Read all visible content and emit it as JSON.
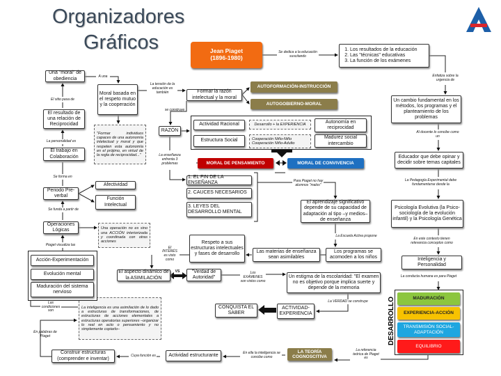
{
  "title": {
    "line1": "Organizadores",
    "line2": "Gráficos"
  },
  "logo": {
    "name": "institution-logo",
    "colors": [
      "#1d5fa8",
      "#d9262c"
    ]
  },
  "colors": {
    "orange": "#f26b12",
    "olive": "#8b7d4a",
    "red": "#c00000",
    "blue": "#1f70c1",
    "green": "#8cc63f",
    "yellow": "#f7c200",
    "cyan": "#1ea6e0",
    "bright_red": "#ff1a1a"
  },
  "piaget": {
    "name": "Jean Piaget",
    "years": "(1896-1980)"
  },
  "labels": {
    "dedica": "Se dedica a la educación suscitando",
    "enfatiza": "Enfatiza sobre la urgencia de",
    "docente": "Al docente lo concibe como un",
    "pedagogia": "La Pedagogía Experimental debe fundamentarse desde la",
    "contexto": "En este contexto tienen relevancia conceptos como",
    "conducta": "La conducta humana es para Piaget",
    "referencia": "La referencia teórica de Piaget es",
    "ella": "En ella la inteligencia se concibe como",
    "cuya": "Cuya función es",
    "palabras": "En palabras de Piaget",
    "condiciones": "Las condiciones son",
    "visualiza": "Piaget visualiza las",
    "funda": "Se funda a partir de",
    "forma": "Se forma en",
    "personalidad": "La personalidad es",
    "sitio": "El sitio pasa de",
    "auna": "A una",
    "tension": "La tensión de la educación es también",
    "construye": "se construye",
    "ensenanza": "La enseñanza enfrenta 3 problemas",
    "malos": "Para Piaget no hay alumnos \"malos\"",
    "escuela": "La Escuela Activa propone",
    "interes": "El INTERÉS es visto como",
    "vs": "VS",
    "examenes": "Los EXÁMENES son vistos como",
    "verdad": "La VERDAD se construye"
  },
  "list": [
    "Los resultados de la educación",
    "Las \"técnicas\" educativas",
    "La función de los exámenes"
  ],
  "boxes": {
    "cambio": "Un cambio fundamental en los métodos, los programas y el planteamiento de los problemas",
    "educador": "Educador que debe opinar y decidir sobre temas capitales",
    "psicologia": "Psicología Evolutiva (la Psico-sociología de la evolución infantil) y la Psicología Genética",
    "inteligencia": "Inteligencia y Personalidad",
    "actividad_estructurante": "Actividad estructurante",
    "construir": "Construir estructuras (comprender e inventar)",
    "accion": "Acción-Experimentación",
    "evolucion": "Evolución mental",
    "maduracion_sn": "Maduración del sistema nervioso",
    "operaciones": "Operaciones Lógicas",
    "preverbal": "Periodo Pre-verbal",
    "afectividad": "Afectividad",
    "funcion": "Función Intelectual",
    "trabajo": "El trabajo en Colaboración",
    "resultado": "El resultado de una relación de Reciprocidad",
    "obediencia": "Una \"moral\" de obediencia",
    "moral_basada": "Moral basada en el respeto mutuo y la cooperación",
    "formar": "Formar la razón intelectual y la moral",
    "razon": "RAZÓN",
    "act_racional": "Actividad Racional",
    "estructura": "Estructura Social",
    "autonomia": "Autonomía en reciprocidad",
    "madurez": "Madurez social intercambio",
    "fin": "1. EL FIN DE LA ENSEÑANZA",
    "cauces": "2. CAUCES NECESARIOS",
    "leyes": "3. LEYES DEL DESARROLLO MENTAL",
    "aprendizaje": "El aprendizaje significativo depende de su capacidad de adaptación al tipo –y medios– de enseñanza",
    "programas": "Los programas se acomoden a los niños",
    "materias": "Las materias de enseñanza sean asimilables",
    "respeto": "Respeto a sus estructuras intelectuales y fases de desarrollo",
    "aspecto": "El aspecto dinámico de la ASIMILACIÓN",
    "verdad_aut": "\"Verdad de Autoridad\"",
    "estigma": "Un estigma de la escolaridad: \"El examen no es objetivo porque implica suerte y depende de la memoria",
    "actividad_exp": "ACTIVIDAD-EXPERIENCIA",
    "conquista": "CONQUISTA EL SABER"
  },
  "dashed": {
    "quote": "\"Formar individuos capaces de una autonomía intelectual y moral y que respeten esta autonomía en el prójimo, en virtud de la regla de reciprocidad...\"",
    "operacion": "Una operación no es sino una ACCIÓN interiorizada y coordinada con otras acciones",
    "intel": "La inteligencia es una asimilación de lo dado a estructuras de transformaciones, de estructuras de acciones elementales a estructuras operatorias superiores –organizar lo real en acto o pensamiento y no simplemente copiarlo–",
    "experiencia": "Desarrollo + la EXPERIENCIA",
    "cooperacion": "Cooperación Niño-Niño Cooperación Niño-Adulto"
  },
  "colored": {
    "autoformacion": "AUTOFORMACIÓN-INSTRUCCIÓN",
    "autogobierno": "AUTOGOBIERNO-MORAL",
    "moral_pens": "MORAL DE PENSAMIENTO",
    "moral_conv": "MORAL DE CONVIVENCIA",
    "teoria": "LA TEORÍA COGNOSCITIVA"
  },
  "desarrollo": {
    "label": "DESARROLLO",
    "items": [
      "MADURACIÓN",
      "EXPERIENCIA-ACCIÓN",
      "TRANSMISIÓN SOCIAL-ADAPTACIÓN",
      "EQUILIBRIO"
    ]
  }
}
